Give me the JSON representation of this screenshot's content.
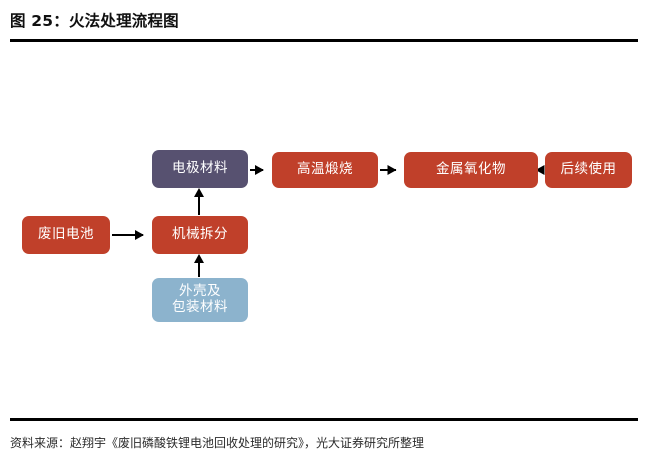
{
  "header": {
    "figure_title": "图 25：火法处理流程图"
  },
  "footer": {
    "source_note": "资料来源：赵翔宇《废旧磷酸铁锂电池回收处理的研究》，光大证券研究所整理"
  },
  "colors": {
    "red": "#c0402a",
    "purple": "#575170",
    "blue": "#8cb3cd",
    "arrow": "#000000",
    "rule": "#000000",
    "background": "#ffffff",
    "node_text": "#ffffff"
  },
  "diagram": {
    "type": "flowchart",
    "nodes": [
      {
        "id": "waste_battery",
        "label": "废旧电池",
        "color": "red"
      },
      {
        "id": "dismantle",
        "label": "机械拆分",
        "color": "red"
      },
      {
        "id": "electrode",
        "label": "电极材料",
        "color": "purple"
      },
      {
        "id": "shell_packaging",
        "label": "外壳及\n包装材料",
        "color": "blue"
      },
      {
        "id": "calcination",
        "label": "高温煅烧",
        "color": "red"
      },
      {
        "id": "metal_oxide",
        "label": "金属氧化物",
        "color": "red"
      },
      {
        "id": "reuse",
        "label": "后续使用",
        "color": "red"
      }
    ],
    "edges": [
      {
        "from": "waste_battery",
        "to": "dismantle",
        "direction": "right"
      },
      {
        "from": "dismantle",
        "to": "electrode",
        "direction": "up"
      },
      {
        "from": "shell_packaging",
        "to": "dismantle",
        "direction": "up"
      },
      {
        "from": "electrode",
        "to": "calcination",
        "direction": "right"
      },
      {
        "from": "calcination",
        "to": "metal_oxide",
        "direction": "right"
      },
      {
        "from": "metal_oxide",
        "to": "reuse",
        "direction": "right"
      }
    ]
  }
}
